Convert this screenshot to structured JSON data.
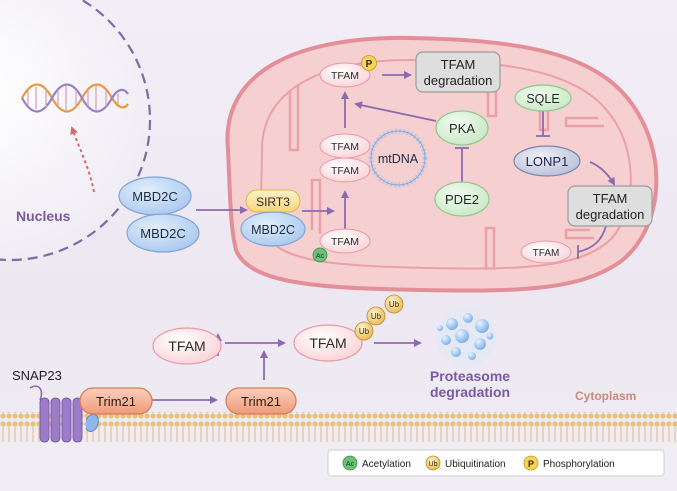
{
  "labels": {
    "nucleus": "Nucleus",
    "cytoplasm": "Cytoplasm",
    "snap23": "SNAP23",
    "proteasome_line1": "Proteasome",
    "proteasome_line2": "degradation"
  },
  "nodes": {
    "mbd2c_top": "MBD2C",
    "mbd2c_bottom": "MBD2C",
    "sirt3": "SIRT3",
    "mbd2c_mito": "MBD2C",
    "tfam_ac": "TFAM",
    "tfam_lower": "TFAM",
    "tfam_upper": "TFAM",
    "mtdna": "mtDNA",
    "tfam_p": "TFAM",
    "tfam_deg_top_line1": "TFAM",
    "tfam_deg_top_line2": "degradation",
    "pka": "PKA",
    "pde2": "PDE2",
    "sqle": "SQLE",
    "lonp1": "LONP1",
    "tfam_deg_right_line1": "TFAM",
    "tfam_deg_right_line2": "degradation",
    "tfam_small": "TFAM",
    "tfam_cyto": "TFAM",
    "tfam_ub": "TFAM",
    "trim21_membrane": "Trim21",
    "trim21_moved": "Trim21"
  },
  "badges": {
    "phospho": "P",
    "acetyl": "Ac",
    "ub1": "Ub",
    "ub2": "Ub",
    "ub3": "Ub"
  },
  "legend": [
    {
      "badge": "Ac",
      "label": "Acetylation",
      "color": "#5fb56a"
    },
    {
      "badge": "Ub",
      "label": "Ubiquitination",
      "color": "#e8b04a"
    },
    {
      "badge": "P",
      "label": "Phosphorylation",
      "color": "#f2c94c"
    }
  ],
  "colors": {
    "arrow": "#8b6bb0",
    "nucleus_text": "#7a5a9e",
    "cytoplasm_text": "#c98a7a",
    "mito_fill": "#f6cfd0",
    "mito_stroke": "#e48f97",
    "tfam_fill": "#fde7ea",
    "blue_node": "#b9d3f2",
    "green_node": "#d8f0d6",
    "grey_box": "#dedede",
    "orange_node": "#f3a889"
  }
}
